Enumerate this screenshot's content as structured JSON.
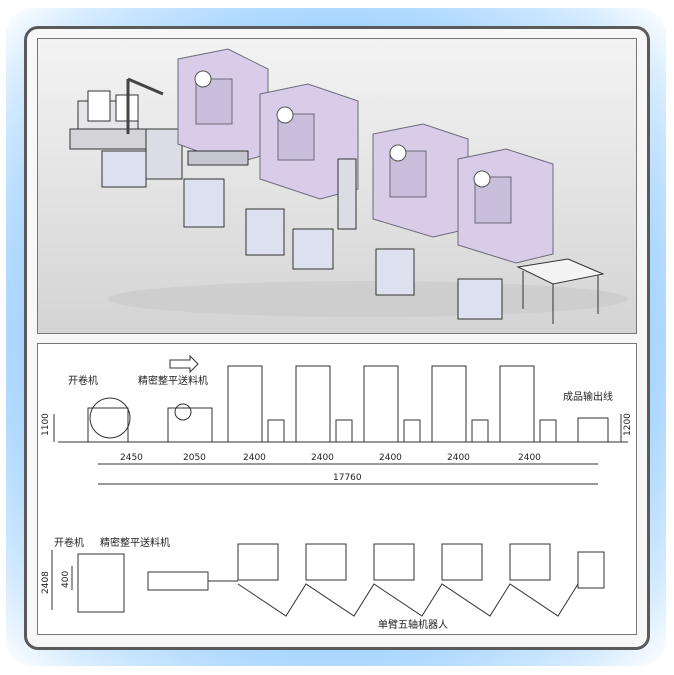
{
  "layout_view": {
    "uncoiler_label": "开卷机",
    "feeder_label": "精密整平送料机",
    "output_label": "成品输出线",
    "height_left": "1100",
    "height_right": "1200",
    "spacing": [
      "2450",
      "2050",
      "2400",
      "2400",
      "2400",
      "2400",
      "2400"
    ],
    "total_length": "17760"
  },
  "plan_view": {
    "uncoiler_label": "开卷机",
    "feeder_label": "精密整平送料机",
    "width_outer": "2408",
    "width_inner": "400",
    "robot_label": "单臂五轴机器人"
  },
  "colors": {
    "press_body": "#d9cce9",
    "press_edge": "#6a6a7a",
    "frame_gray": "#9a9aa4",
    "glow": "#6fb8ff"
  }
}
